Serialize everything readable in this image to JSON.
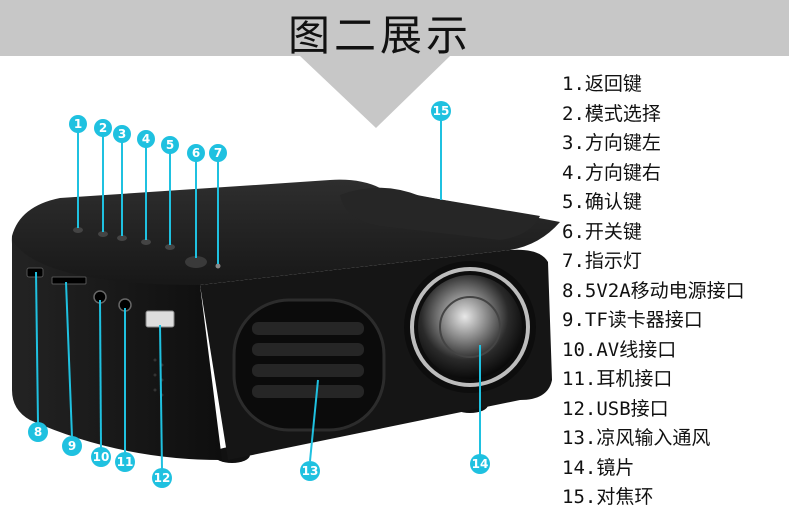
{
  "title": "图二展示",
  "colors": {
    "banner": "#c7c7c7",
    "marker": "#1fc1e0",
    "device_body": "#1b1b1b",
    "background": "#ffffff"
  },
  "legend": [
    "1.返回键",
    "2.模式选择",
    "3.方向键左",
    "4.方向键右",
    "5.确认键",
    "6.开关键",
    "7.指示灯",
    "8.5V2A移动电源接口",
    "9.TF读卡器接口",
    "10.AV线接口",
    "11.耳机接口",
    "12.USB接口",
    "13.凉风输入通风",
    "14.镜片",
    "15.对焦环"
  ],
  "markers": [
    "1",
    "2",
    "3",
    "4",
    "5",
    "6",
    "7",
    "8",
    "9",
    "10",
    "11",
    "12",
    "13",
    "14",
    "15"
  ],
  "device_icons": [
    "projector-image",
    "lens-icon",
    "vent-grille-icon",
    "usb-port-icon",
    "tf-slot-icon",
    "audio-jack-icon"
  ]
}
